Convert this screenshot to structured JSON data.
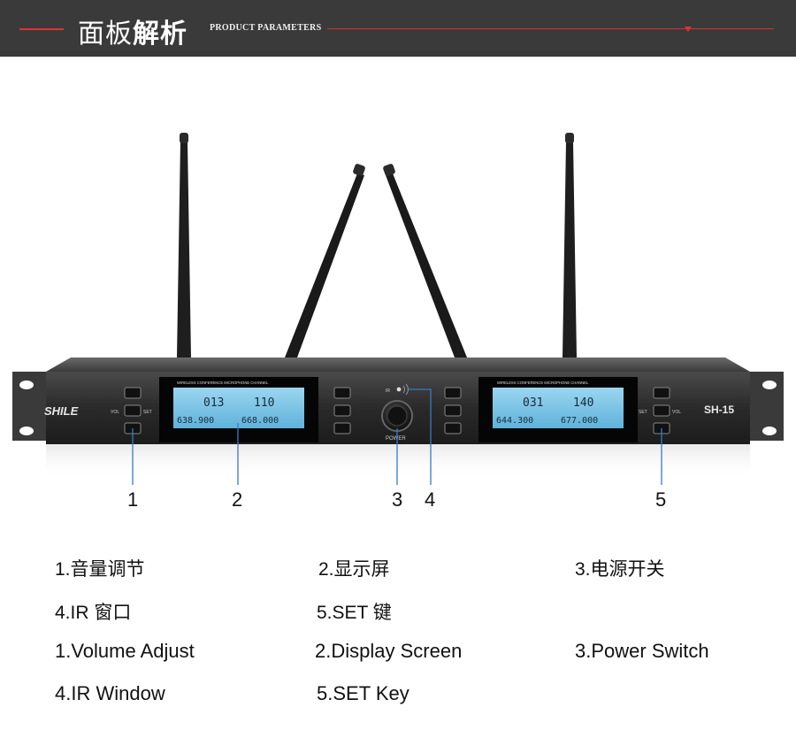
{
  "header": {
    "title_cn_light": "面板",
    "title_cn_bold": "解析",
    "title_en": "PRODUCT PARAMETERS"
  },
  "device": {
    "brand": "SHILE",
    "model": "SH-15",
    "panel_caption_left": "WIRELESS CONFERENCE MICROPHONE CHANNEL",
    "panel_caption_right": "WIRELESS CONFERENCE MICROPHONE CHANNEL",
    "ir_label": "IR",
    "power_label": "POWER",
    "vol_label": "VOL",
    "set_label": "SET",
    "left_display": {
      "ch_a": "013",
      "ch_b": "110",
      "freq_a": "638.900",
      "freq_b": "668.000"
    },
    "right_display": {
      "ch_a": "031",
      "ch_b": "140",
      "freq_a": "644.300",
      "freq_b": "677.000"
    }
  },
  "callouts": [
    "1",
    "2",
    "3",
    "4",
    "5"
  ],
  "descriptions_cn": {
    "item1": "1.音量调节",
    "item2": "2.显示屏",
    "item3": "3.电源开关",
    "item4": "4.IR 窗口",
    "item5": "5.SET 键"
  },
  "descriptions_en": {
    "item1": "1.Volume Adjust",
    "item2": "2.Display Screen",
    "item3": "3.Power Switch",
    "item4": "4.IR Window",
    "item5": "5.SET Key"
  },
  "colors": {
    "header_bg": "#3a3a3a",
    "accent_red": "#d33333",
    "callout_line": "#3a78c8",
    "lcd": "#7fc6e6"
  }
}
